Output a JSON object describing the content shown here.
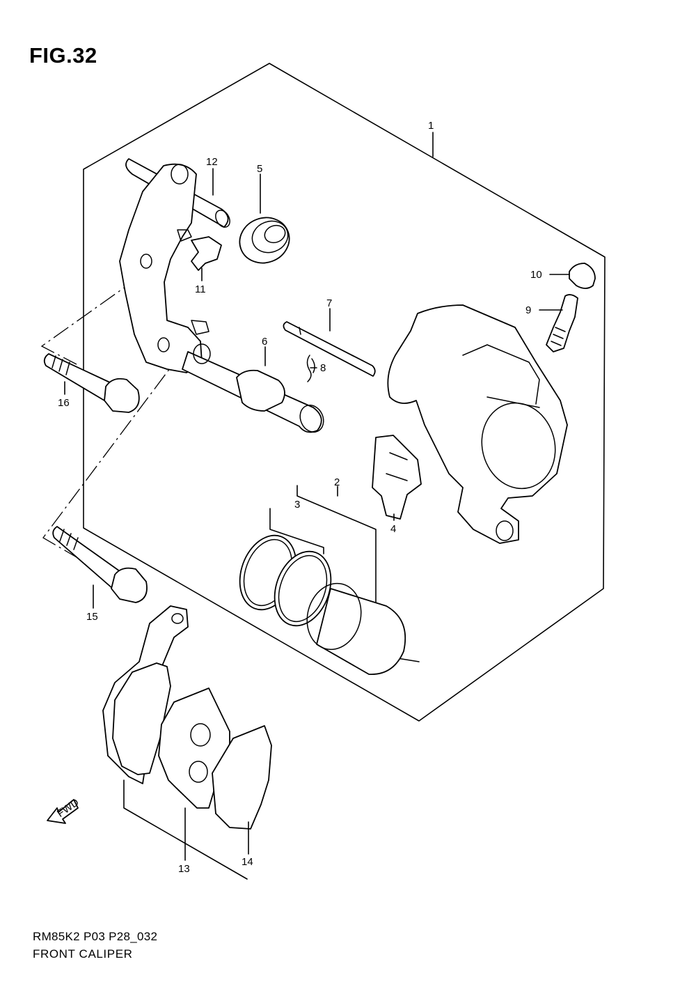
{
  "figure": {
    "title": "FIG.32"
  },
  "footer": {
    "code": "RM85K2 P03 P28_032",
    "name": "FRONT CALIPER"
  },
  "fwd_arrow": {
    "label": "FWD"
  },
  "callouts": {
    "c1": "1",
    "c2": "2",
    "c3": "3",
    "c4": "4",
    "c5": "5",
    "c6": "6",
    "c7": "7",
    "c8": "8",
    "c9": "9",
    "c10": "10",
    "c11": "11",
    "c12": "12",
    "c13": "13",
    "c14": "14",
    "c15": "15",
    "c16": "16"
  }
}
